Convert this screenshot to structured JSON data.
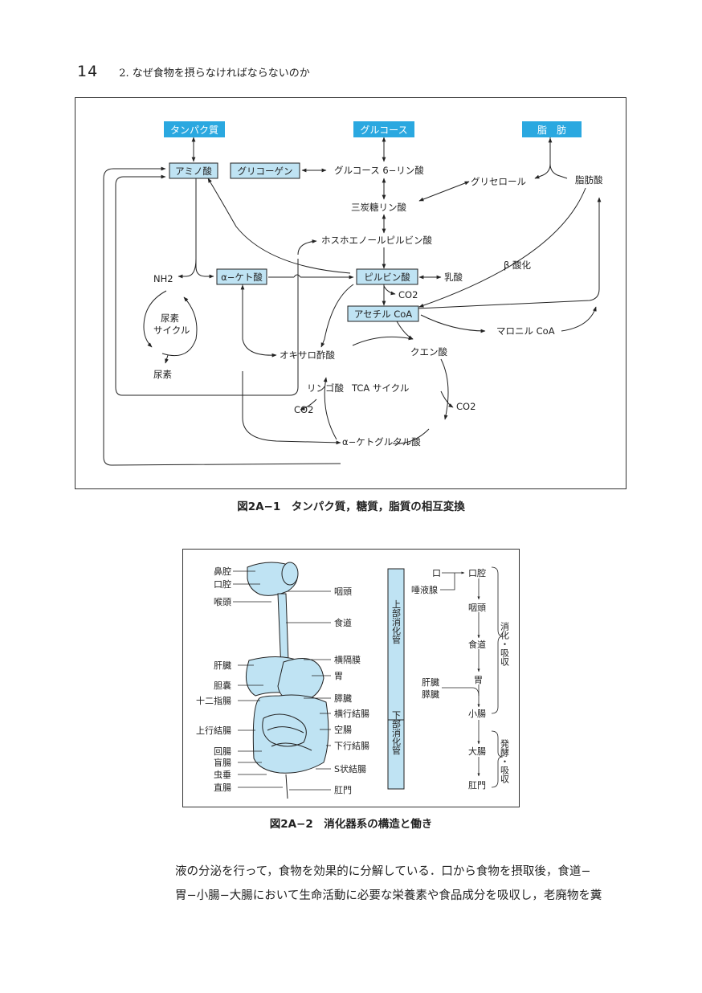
{
  "header": {
    "page_number": "14",
    "chapter_title": "2. なぜ食物を摂らなければならないのか"
  },
  "figure1": {
    "caption": "図2A−1　タンパク質，糖質，脂質の相互変換",
    "boxes": {
      "protein": "タンパク質",
      "glucose": "グルコース",
      "fat": "脂　肪",
      "amino_acid": "アミノ酸",
      "glycogen": "グリコーゲン",
      "alpha_keto": "α−ケト酸",
      "pyruvate": "ピルビン酸",
      "acetyl_coa": "アセチル CoA"
    },
    "labels": {
      "g6p": "グルコース 6−リン酸",
      "glycerol": "グリセロール",
      "fatty_acid": "脂肪酸",
      "triose": "三炭糖リン酸",
      "pep": "ホスホエノールピルビン酸",
      "nh2": "NH2",
      "lactate": "乳酸",
      "beta_ox": "β 酸化",
      "co2_pyr": "CO2",
      "urea_cycle_1": "尿素",
      "urea_cycle_2": "サイクル",
      "urea": "尿素",
      "malonyl": "マロニル CoA",
      "oxaloacetate": "オキサロ酢酸",
      "citrate": "クエン酸",
      "malate": "リンゴ酸",
      "tca": "TCA サイクル",
      "co2_left": "CO2",
      "co2_right": "CO2",
      "akg": "α−ケトグルタル酸"
    }
  },
  "figure2": {
    "caption": "図2A−2　消化器系の構造と働き",
    "left_labels": [
      "鼻腔",
      "口腔",
      "喉頭",
      "肝臓",
      "胆嚢",
      "十二指腸",
      "上行結腸",
      "回腸",
      "盲腸",
      "虫垂",
      "直腸"
    ],
    "right_labels": [
      "咽頭",
      "食道",
      "横隔膜",
      "胃",
      "膵臓",
      "横行結腸",
      "空腸",
      "下行結腸",
      "S状結腸",
      "肛門"
    ],
    "bar_upper": "上部消化管",
    "bar_lower": "下部消化管",
    "flow": {
      "mouth": "口",
      "saliva": "唾液腺",
      "oral": "口腔",
      "pharynx": "咽頭",
      "esophagus": "食道",
      "stomach": "胃",
      "liver": "肝臓",
      "pancreas": "膵臓",
      "small_int": "小腸",
      "large_int": "大腸",
      "anus": "肛門",
      "digest": "消化・吸収",
      "ferment": "発酵・吸収"
    }
  },
  "body_text": [
    "液の分泌を行って，食物を効果的に分解している．口から食物を摂取後，食道−",
    "胃−小腸−大腸において生命活動に必要な栄養素や食品成分を吸収し，老廃物を糞"
  ],
  "colors": {
    "box_fill": "#2aa8e0",
    "box_light": "#bfe3f3",
    "organ_fill": "#bfe3f3",
    "ink": "#222222"
  }
}
